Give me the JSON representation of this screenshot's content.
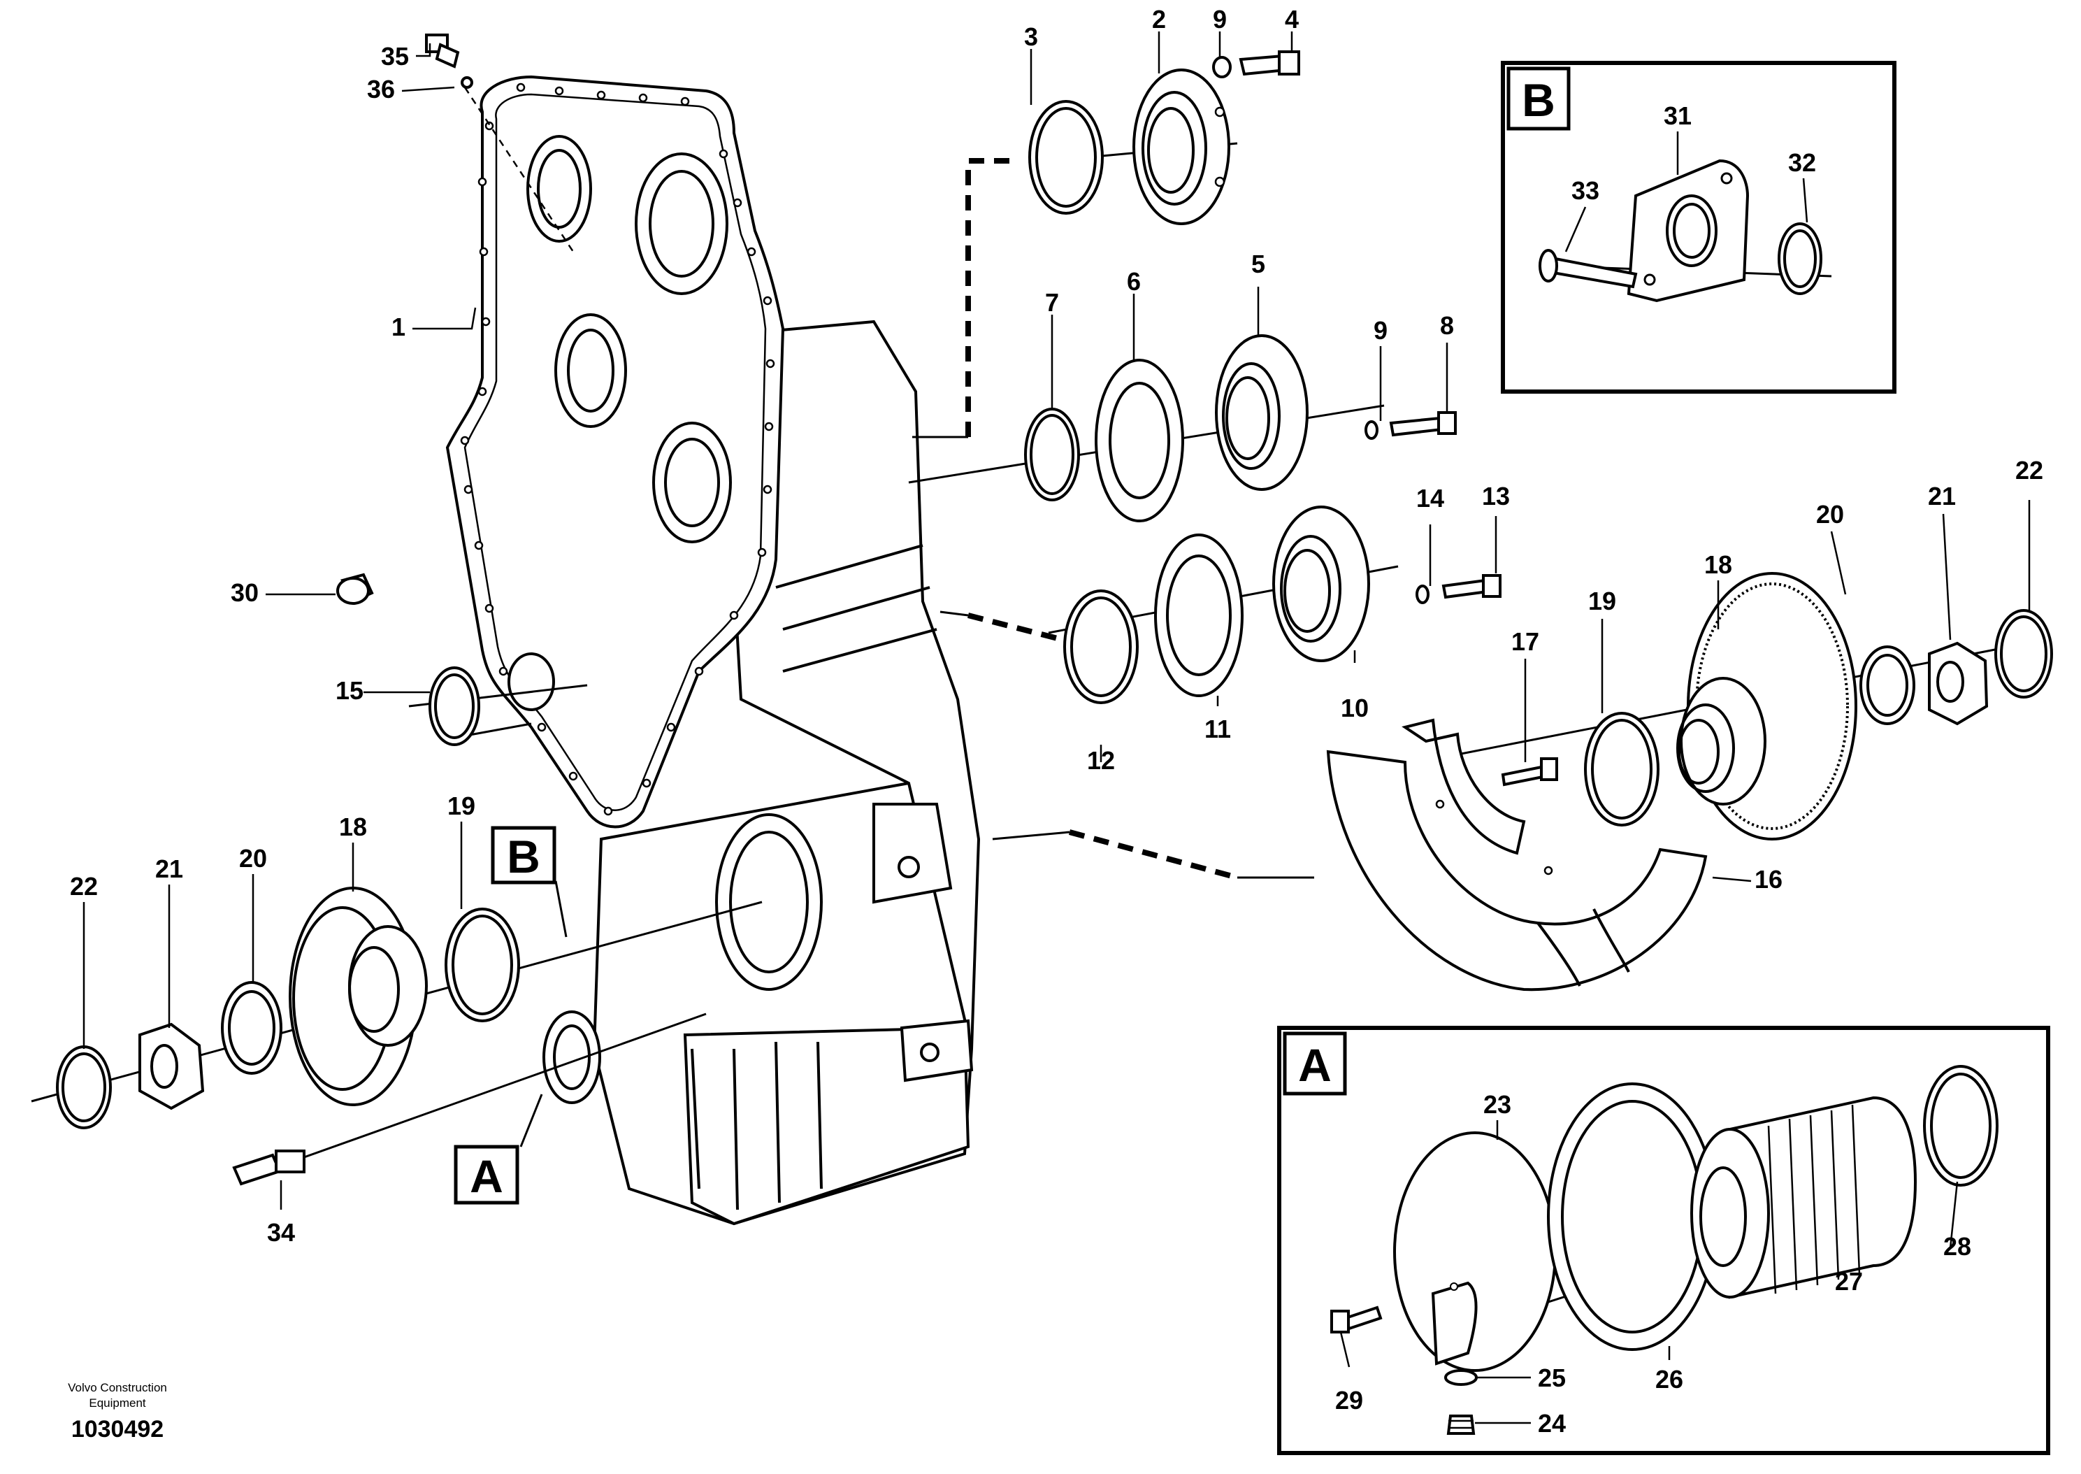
{
  "labels": {
    "l1": "1",
    "l2": "2",
    "l3": "3",
    "l4": "4",
    "l5": "5",
    "l6": "6",
    "l7": "7",
    "l8": "8",
    "l9a": "9",
    "l9b": "9",
    "l10": "10",
    "l11": "11",
    "l12": "12",
    "l13": "13",
    "l14": "14",
    "l15": "15",
    "l16": "16",
    "l17": "17",
    "l18a": "18",
    "l18b": "18",
    "l19a": "19",
    "l19b": "19",
    "l20a": "20",
    "l20b": "20",
    "l21a": "21",
    "l21b": "21",
    "l22a": "22",
    "l22b": "22",
    "l23": "23",
    "l24": "24",
    "l25": "25",
    "l26": "26",
    "l27": "27",
    "l28": "28",
    "l29": "29",
    "l30": "30",
    "l31": "31",
    "l32": "32",
    "l33": "33",
    "l34": "34",
    "l35": "35",
    "l36": "36"
  },
  "detail_boxes": {
    "a_box_label": "A",
    "b_box_label": "B",
    "a_ref_label": "A",
    "b_ref_label": "B"
  },
  "footer": {
    "brand_line1": "Volvo Construction",
    "brand_line2": "Equipment",
    "doc_number": "1030492"
  }
}
